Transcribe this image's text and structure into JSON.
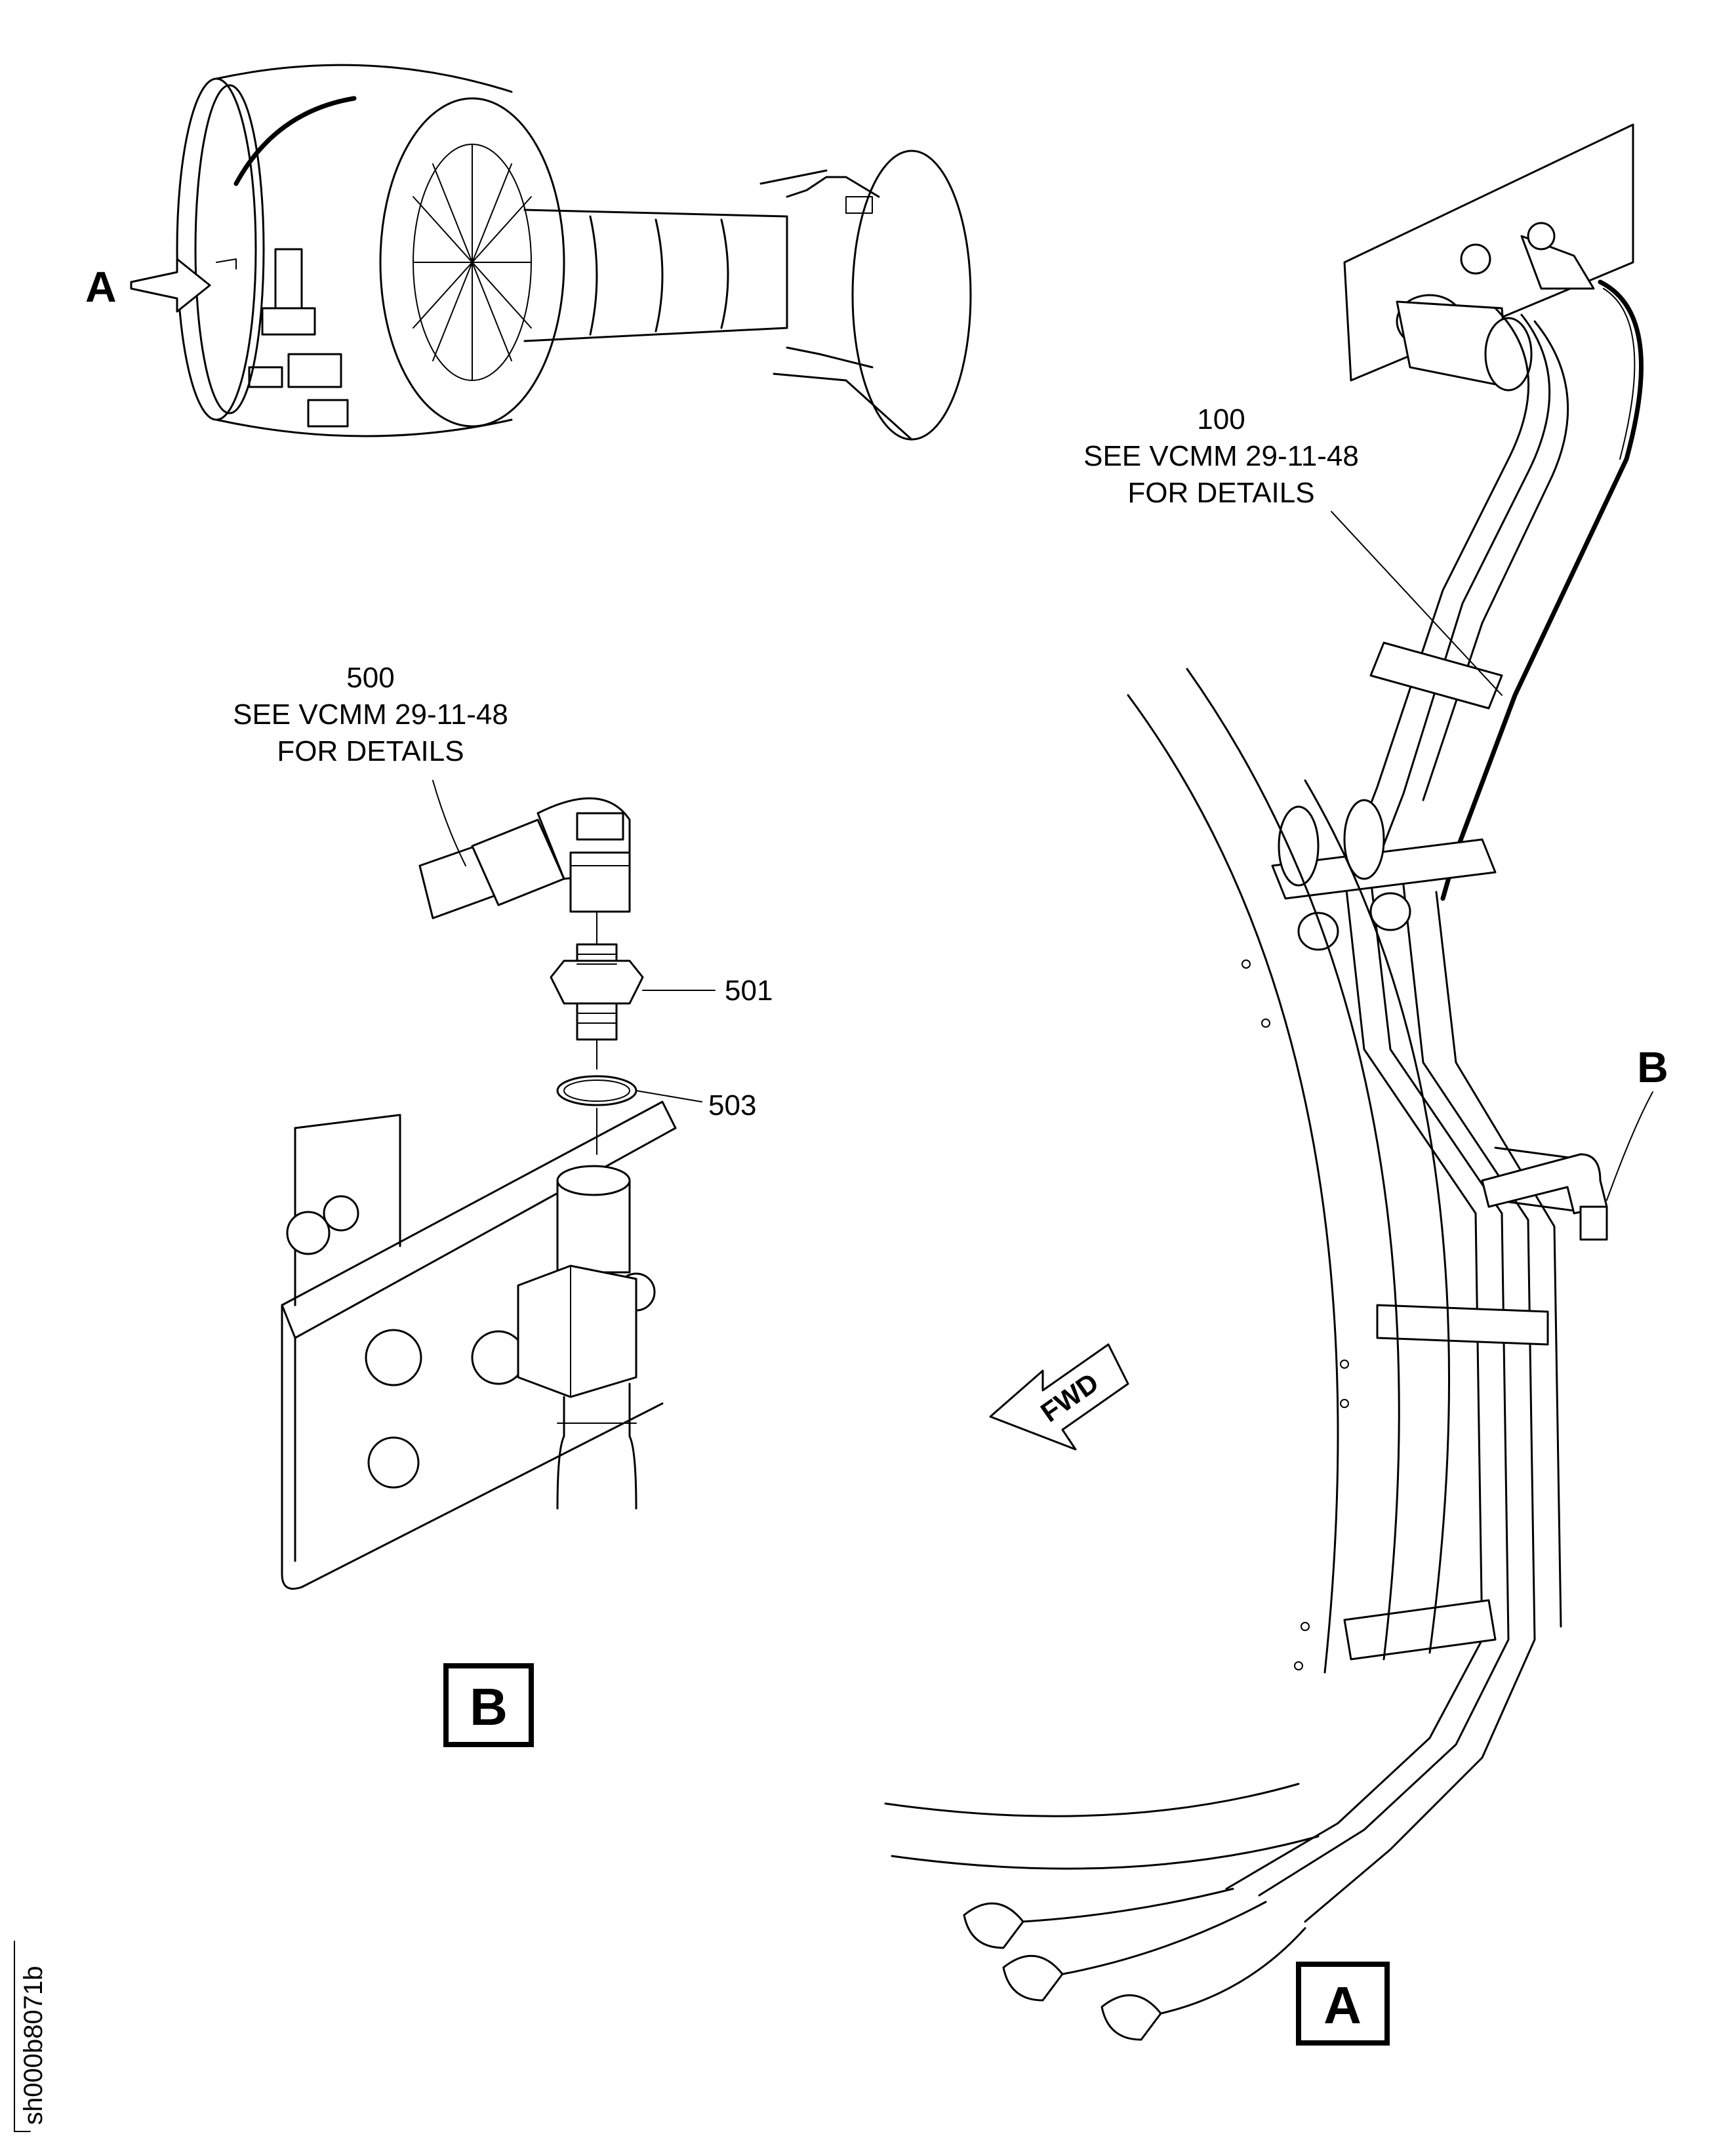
{
  "callouts": {
    "part_100": {
      "number": "100",
      "line1": "SEE VCMM 29-11-48",
      "line2": "FOR DETAILS"
    },
    "part_500": {
      "number": "500",
      "line1": "SEE VCMM 29-11-48",
      "line2": "FOR DETAILS"
    },
    "part_501": "501",
    "part_503": "503"
  },
  "view_markers": {
    "arrow_a": "A",
    "arrow_b": "B",
    "detail_a": "A",
    "detail_b": "B"
  },
  "direction_arrow": "FWD",
  "figure_id": "sh000b8071b"
}
